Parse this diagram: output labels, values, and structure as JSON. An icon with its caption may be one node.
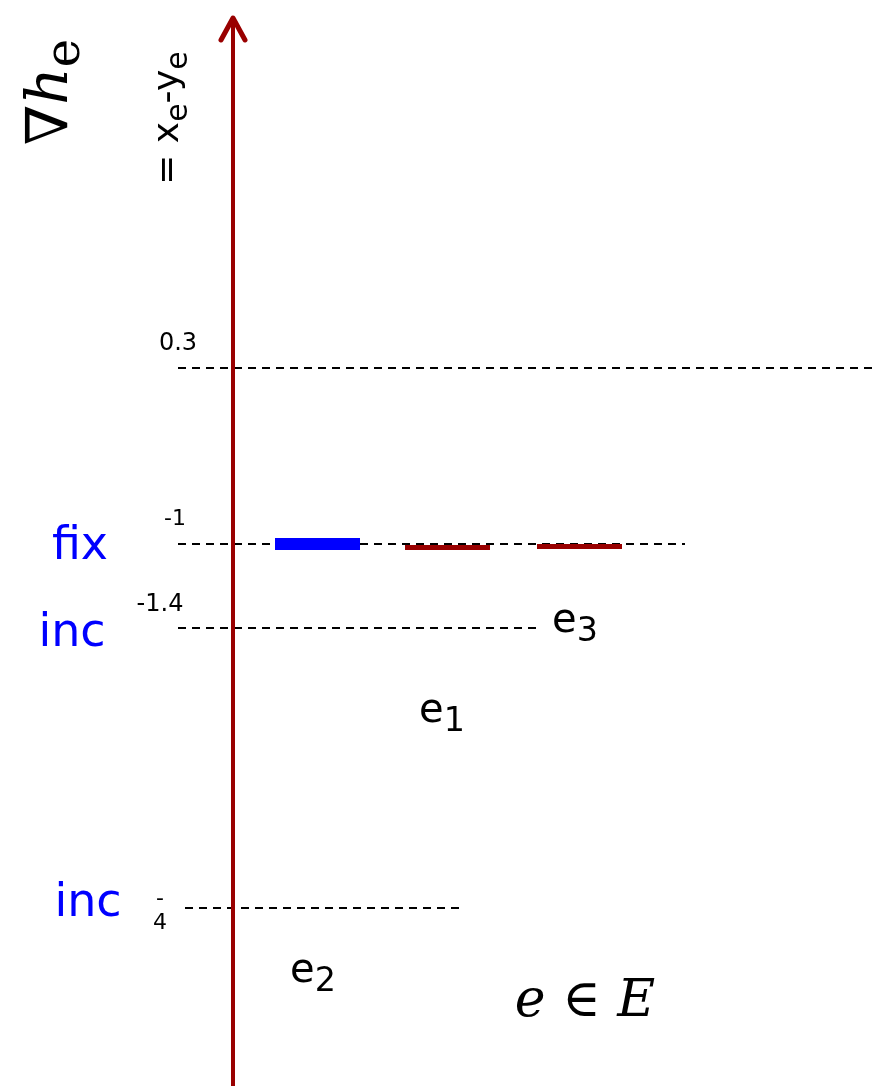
{
  "diagram": {
    "labels": [
      "∇*h*$_{e}$",
      "= x$_{e}$-y$_{e}$",
      "0.3",
      "fix",
      "-1",
      "inc",
      "-1.4",
      "e$_{3}$",
      "e$_{1}$",
      "inc",
      "-4",
      "e$_{2}$",
      "*e* ∈ *E*"
    ]
  }
}
